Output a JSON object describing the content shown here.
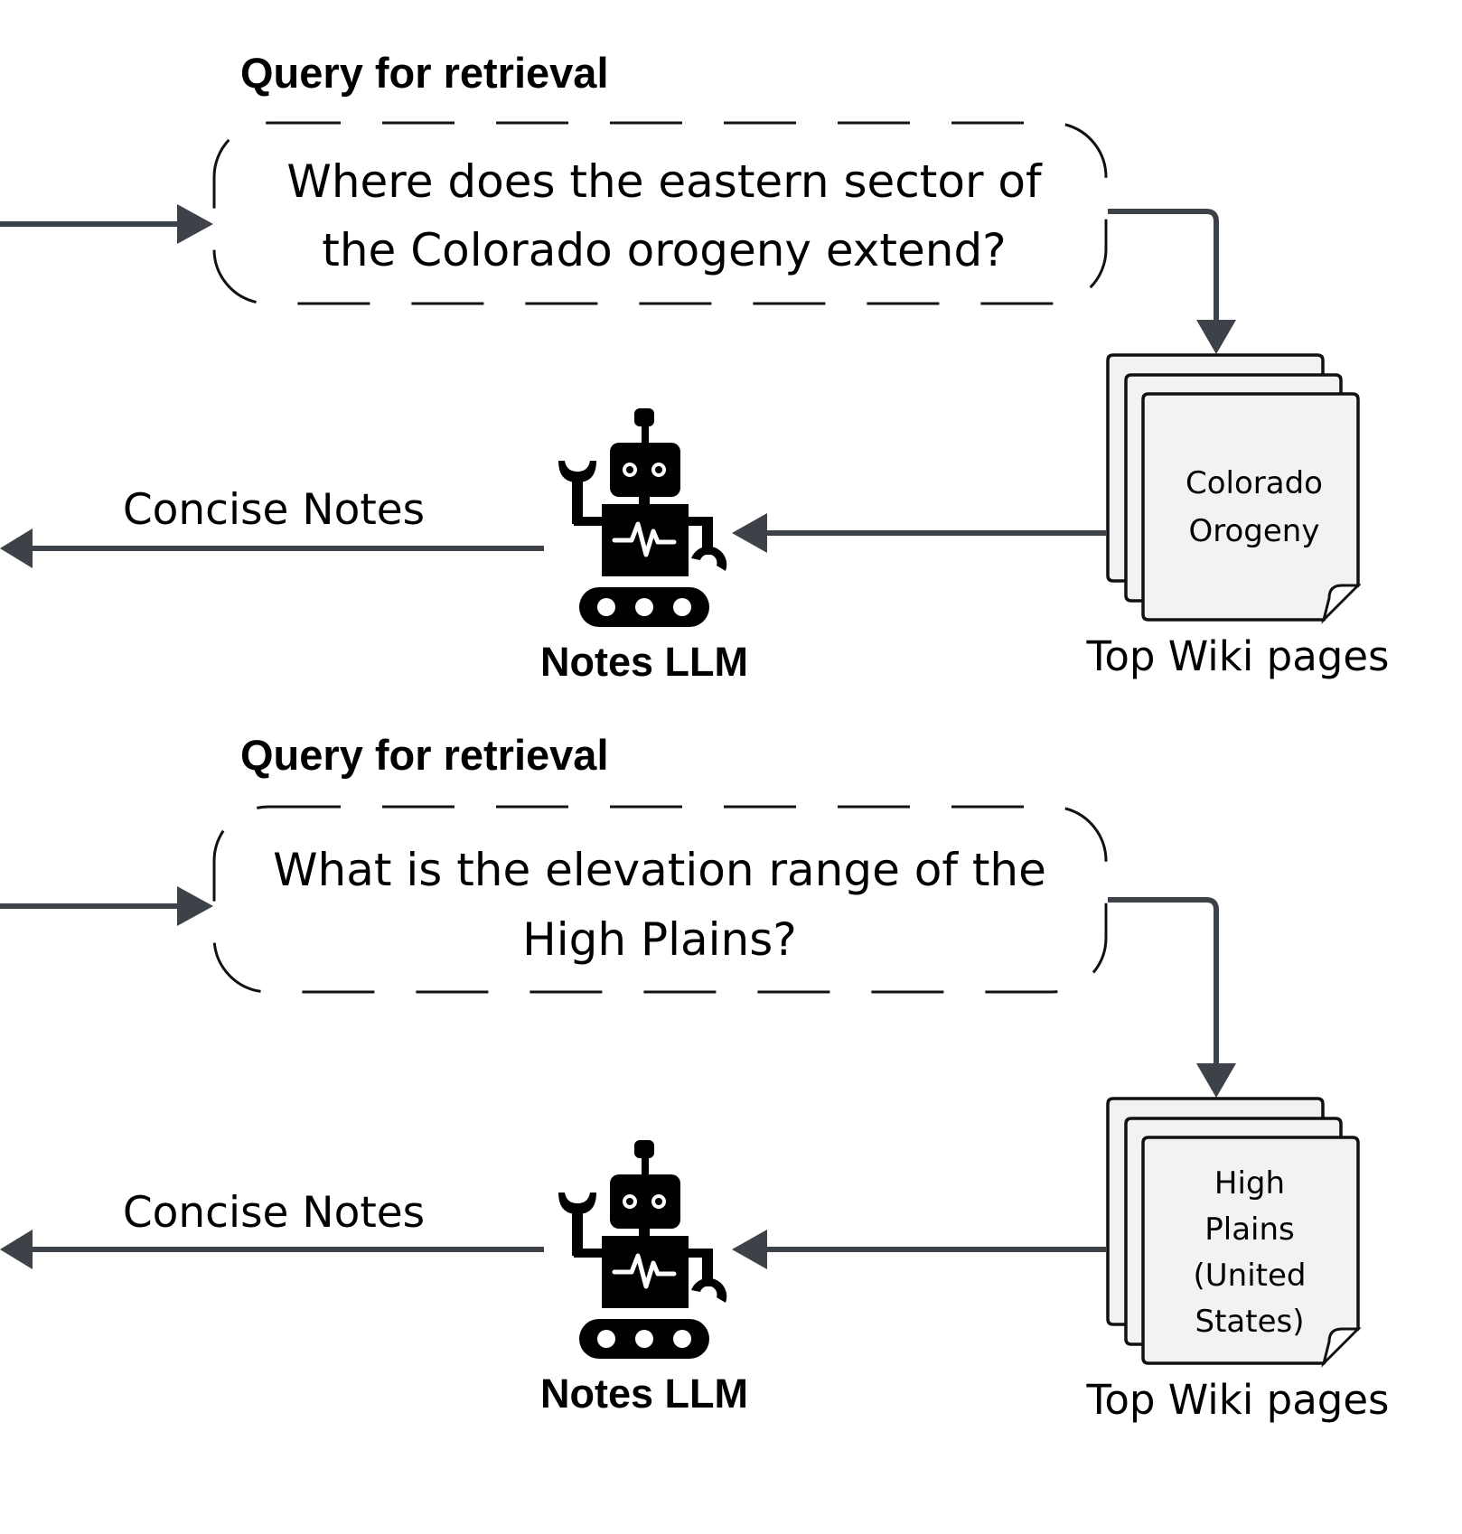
{
  "panels": [
    {
      "query_label": "Query for retrieval",
      "query_lines": [
        "Where does the eastern sector of",
        "the Colorado orogeny extend?"
      ],
      "notes_label": "Concise Notes",
      "llm_label": "Notes LLM",
      "pages_label": "Top Wiki pages",
      "doc_lines": [
        "Colorado",
        "Orogeny"
      ]
    },
    {
      "query_label": "Query for retrieval",
      "query_lines": [
        "What is the elevation range of the",
        "High Plains?"
      ],
      "notes_label": "Concise Notes",
      "llm_label": "Notes LLM",
      "pages_label": "Top Wiki pages",
      "doc_lines": [
        "High",
        "Plains",
        "(United",
        "States)"
      ]
    }
  ],
  "icons": {
    "llm": "robot-icon",
    "pages": "document-stack-icon"
  }
}
